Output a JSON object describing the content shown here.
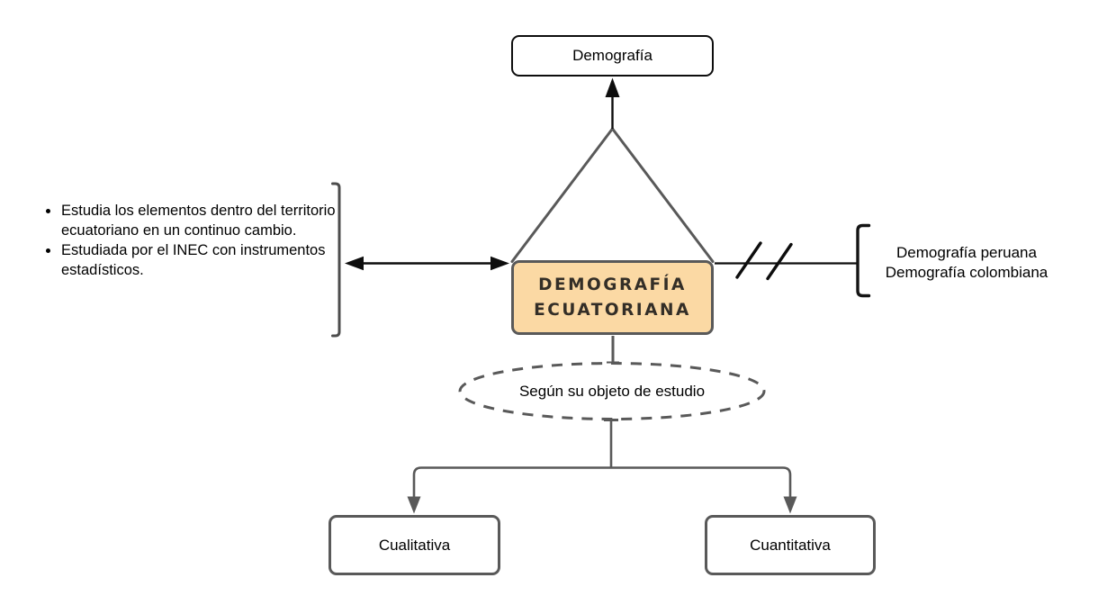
{
  "diagram": {
    "nodes": {
      "root": {
        "label": "Demografía"
      },
      "main": {
        "label_line1": "DEMOGRAFÍA",
        "label_line2": "ECUATORIANA"
      },
      "criterion": {
        "label": "Según su objeto de estudio"
      },
      "child_left": {
        "label": "Cualitativa"
      },
      "child_right": {
        "label": "Cuantitativa"
      }
    },
    "annotations": {
      "left_bullets": [
        "Estudia los elementos dentro del territorio ecuatoriano en un continuo cambio.",
        "Estudiada por el INEC con instrumentos estadísticos."
      ],
      "right_lines": [
        "Demografía peruana",
        "Demografía colombiana"
      ]
    },
    "colors": {
      "main_node_fill": "#FBD9A4",
      "stroke_gray": "#595959",
      "stroke_black": "#0d0d0d",
      "main_text": "#332e27"
    }
  }
}
